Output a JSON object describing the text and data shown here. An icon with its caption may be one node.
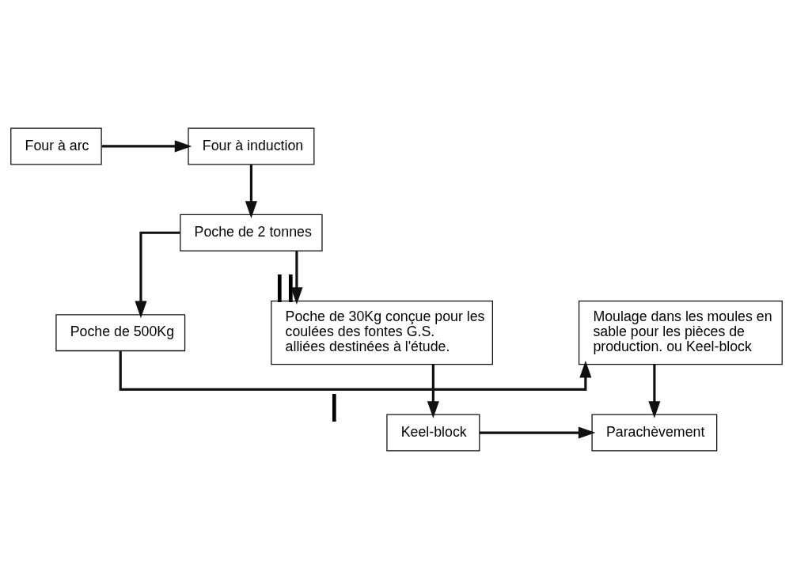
{
  "diagram": {
    "nodes": [
      {
        "text": [
          "Four à arc"
        ]
      },
      {
        "text": [
          "Four à induction"
        ]
      },
      {
        "text": [
          "Poche de 2 tonnes"
        ]
      },
      {
        "text": [
          "Moulage dans les moules en sable pour les pièces de production. ou Keel-block"
        ]
      },
      {
        "text": [
          "Poche de 500Kg"
        ]
      },
      {
        "text": [
          "Poche de 30Kg conçue pour les coulées des fontes G.S. alliées destinées à l'étude."
        ]
      },
      {
        "text": [
          "Parachèvement"
        ]
      },
      {
        "text": [
          "Keel-block"
        ]
      }
    ],
    "edges": [
      {
        "from": 0,
        "to": 1,
        "arrow": "to"
      },
      {
        "from": 1,
        "to": 2,
        "arrow": "to"
      },
      {
        "from": 2,
        "to": 4,
        "arrow": "to"
      },
      {
        "from": 4,
        "to": 3,
        "arrow": "to",
        "label": "I"
      },
      {
        "from": 2,
        "to": 5,
        "arrow": "to",
        "label": "II"
      },
      {
        "from": 3,
        "to": 6,
        "arrow": "to"
      },
      {
        "from": 5,
        "to": 7,
        "arrow": "to"
      },
      {
        "from": 7,
        "to": 6,
        "arrow": "to"
      }
    ]
  }
}
